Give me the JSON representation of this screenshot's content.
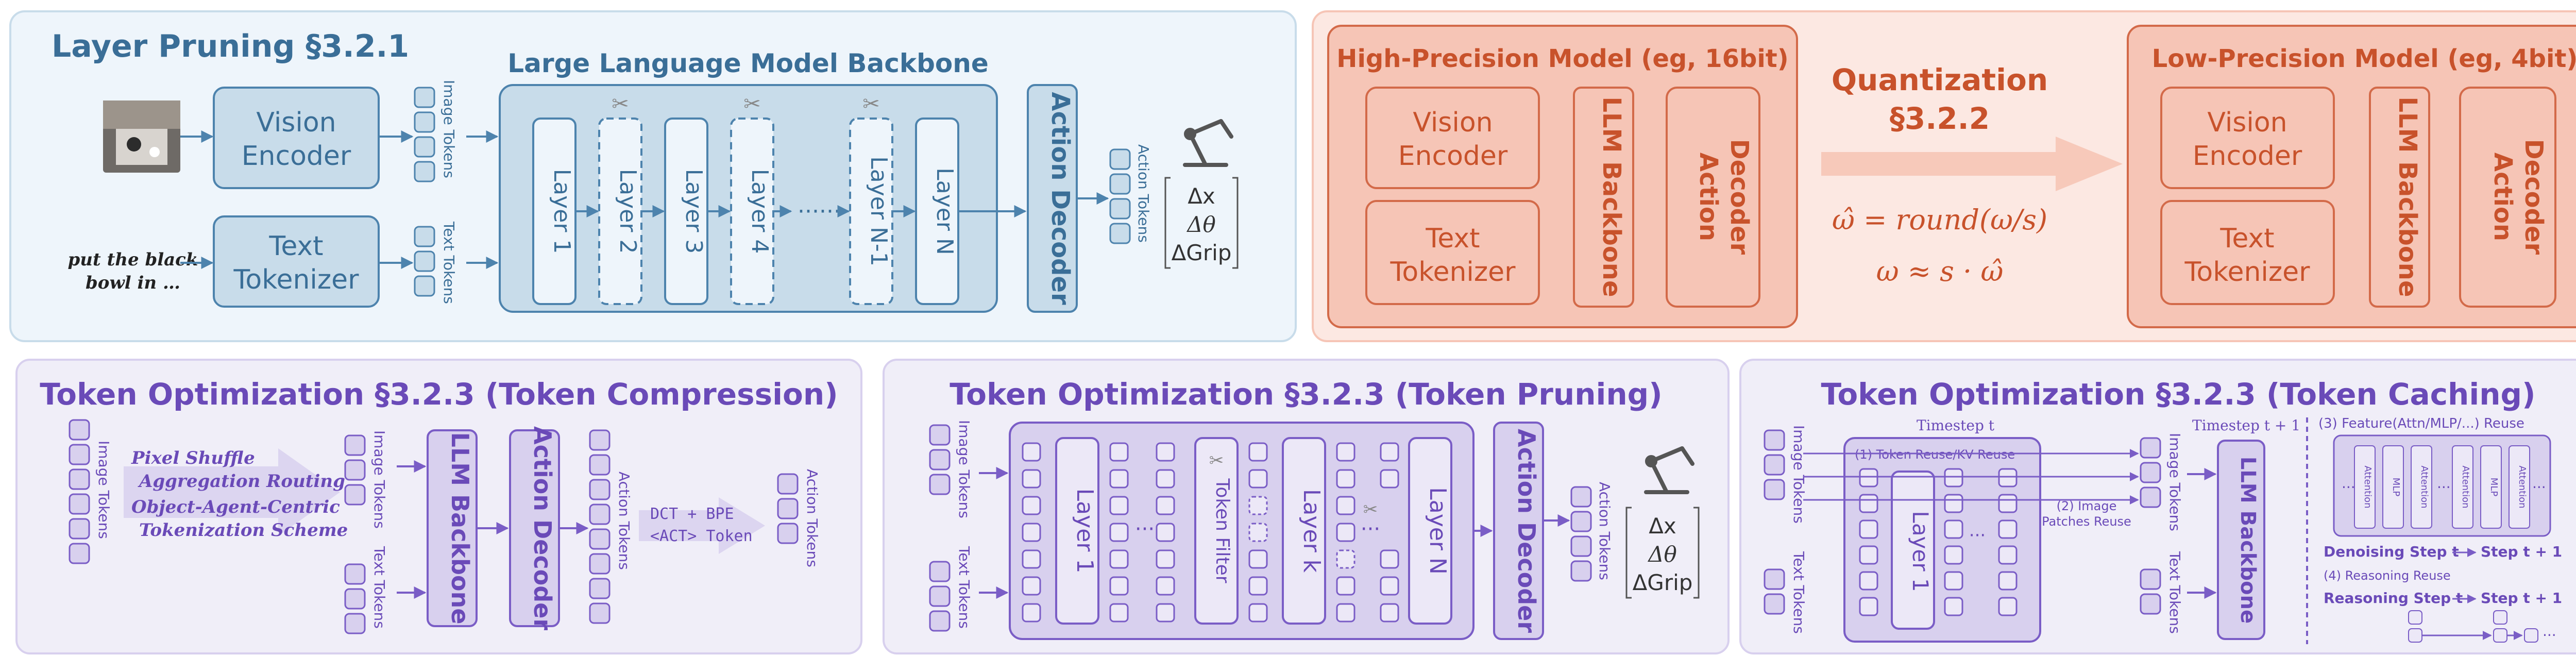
{
  "colors": {
    "blue_bg": "#eef5fb",
    "blue_box": "#c8dcea",
    "blue_stroke": "#4d83ad",
    "blue_text": "#3a6e97",
    "orange_bg": "#fce8e2",
    "orange_box": "#f6c5b6",
    "orange_stroke": "#d36a49",
    "orange_text": "#c8522b",
    "purple_bg": "#f0eef8",
    "purple_box": "#d8d0ee",
    "purple_stroke": "#7a5dc6",
    "purple_text": "#6a4ab8"
  },
  "layer_pruning": {
    "title": "Layer Pruning §3.2.1",
    "backbone_title": "Large Language Model Backbone",
    "vision_encoder": [
      "Vision",
      "Encoder"
    ],
    "text_tokenizer": [
      "Text",
      "Tokenizer"
    ],
    "instruction": [
      "put the black",
      "bowl in …"
    ],
    "image_tokens": "Image Tokens",
    "text_tokens": "Text Tokens",
    "layers": [
      "Layer 1",
      "Layer 2",
      "Layer 3",
      "Layer 4",
      "Layer N-1",
      "Layer N"
    ],
    "dots": "······",
    "action_decoder": "Action Decoder",
    "action_tokens": "Action Tokens",
    "action_vec": [
      "Δx",
      "Δθ",
      "ΔGrip"
    ]
  },
  "quantization": {
    "high_title": "High-Precision Model (eg, 16bit)",
    "low_title": "Low-Precision Model (eg, 4bit)",
    "title": [
      "Quantization",
      "§3.2.2"
    ],
    "vision_encoder": [
      "Vision",
      "Encoder"
    ],
    "text_tokenizer": [
      "Text",
      "Tokenizer"
    ],
    "llm_backbone": "LLM Backbone",
    "action_decoder": [
      "Action",
      "Decoder"
    ],
    "formula1": "ω̂ = round(ω/s)",
    "formula2": "ω ≈ s · ω̂"
  },
  "token_compression": {
    "title": "Token Optimization §3.2.3 (Token Compression)",
    "image_tokens": "Image Tokens",
    "methods": [
      "Pixel Shuffle",
      "Aggregation Routing",
      "Object-Agent-Centric",
      "Tokenization Scheme"
    ],
    "image_tokens2": "Image Tokens",
    "text_tokens": "Text Tokens",
    "llm_backbone": "LLM Backbone",
    "action_decoder": "Action Decoder",
    "action_tokens": "Action Tokens",
    "dct_label": [
      "DCT + BPE",
      "<ACT> Token"
    ],
    "action_tokens2": "Action Tokens"
  },
  "token_pruning": {
    "title": "Token Optimization §3.2.3 (Token Pruning)",
    "image_tokens": "Image Tokens",
    "text_tokens": "Text Tokens",
    "layer_1": "Layer 1",
    "token_filter": "Token Filter",
    "layer_k": "Layer k",
    "layer_n": "Layer N",
    "dots": "···",
    "action_decoder": "Action Decoder",
    "action_tokens": "Action Tokens",
    "action_vec": [
      "Δx",
      "Δθ",
      "ΔGrip"
    ]
  },
  "token_caching": {
    "title": "Token Optimization §3.2.3 (Token Caching)",
    "timestep_t": "Timestep t",
    "timestep_t1": "Timestep t + 1",
    "kv_reuse": "(1) Token Reuse/KV Reuse",
    "image_patches_reuse": [
      "(2) Image",
      "Patches Reuse"
    ],
    "image_tokens": "Image Tokens",
    "text_tokens": "Text Tokens",
    "layer_1": "Layer 1",
    "llm_backbone": "LLM Backbone",
    "feature_reuse": "(3) Feature(Attn/MLP/...) Reuse",
    "attention": "Attention",
    "mlp": "MLP",
    "denoising_step_t": "Denoising Step t",
    "step_t1": "Step t + 1",
    "reasoning_reuse": "(4) Reasoning Reuse",
    "reasoning_step_t": "Reasoning Step t",
    "step_t1b": "Step t + 1",
    "dots": "···"
  }
}
